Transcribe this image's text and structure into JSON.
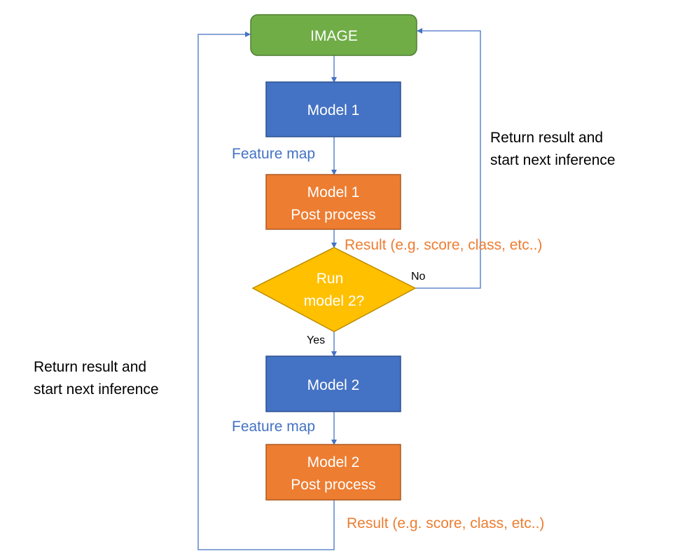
{
  "nodes": {
    "image": {
      "label": "IMAGE",
      "color": "#70ad47"
    },
    "model1": {
      "label": "Model 1",
      "color": "#4472c4"
    },
    "model1_post": {
      "line1": "Model 1",
      "line2": "Post process",
      "color": "#ed7d31"
    },
    "decision": {
      "line1": "Run",
      "line2": "model 2?",
      "color": "#ffc000"
    },
    "model2": {
      "label": "Model 2",
      "color": "#4472c4"
    },
    "model2_post": {
      "line1": "Model 2",
      "line2": "Post process",
      "color": "#ed7d31"
    }
  },
  "edge_labels": {
    "feature_map_1": "Feature map",
    "result_1": "Result (e.g. score, class, etc..)",
    "no": "No",
    "yes": "Yes",
    "feature_map_2": "Feature map",
    "result_2": "Result (e.g. score, class, etc..)"
  },
  "notes": {
    "right_line1": "Return result and",
    "right_line2": "start next inference",
    "left_line1": "Return result and",
    "left_line2": "start next inference"
  },
  "colors": {
    "connector": "#4472c4",
    "feature_map_text": "#4472c4",
    "result_text": "#ed7d31"
  }
}
